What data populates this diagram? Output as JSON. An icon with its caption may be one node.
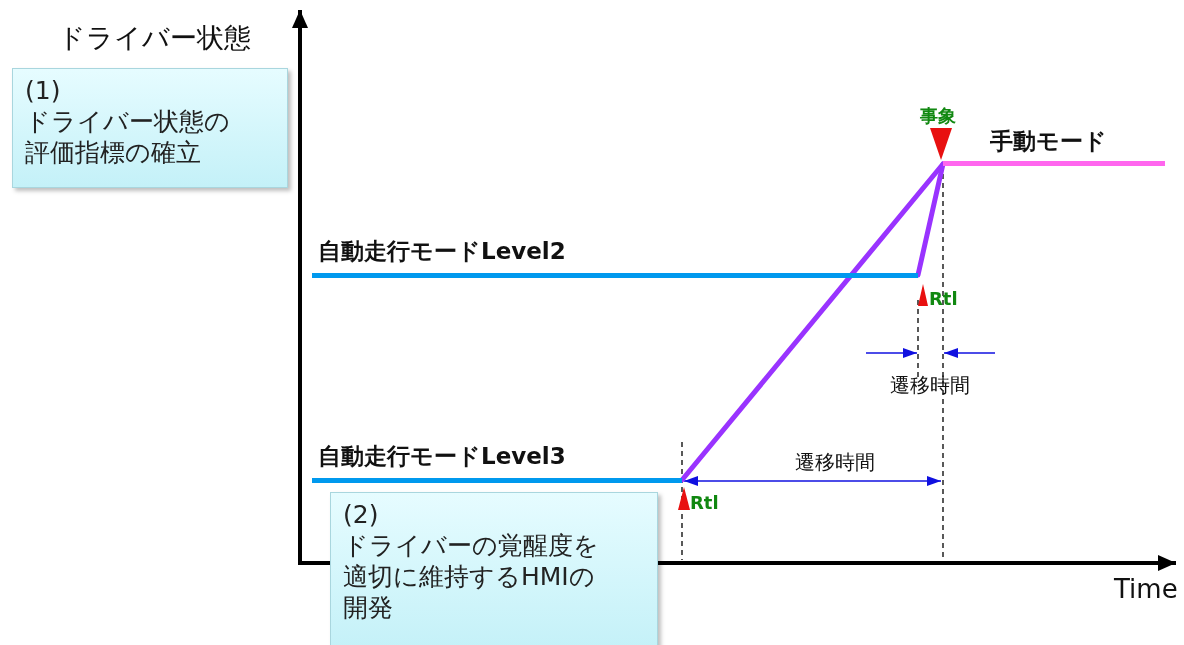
{
  "diagram": {
    "nodes": [
      {
        "text": [
          "(1)",
          "ドライバー状態の評価指標の確立"
        ]
      },
      {
        "text": [
          "手動モード"
        ]
      },
      {
        "text": [
          "自動走行モードLevel2"
        ]
      },
      {
        "text": [
          "自動走行モードLevel3"
        ]
      },
      {
        "text": [
          "(2)",
          "ドライバーの覚醒度を適切に維持するHMIの開発"
        ]
      }
    ],
    "edges": [
      {
        "from": 3,
        "to": 1,
        "arrow": "none"
      },
      {
        "from": 2,
        "to": 1,
        "arrow": "none"
      }
    ],
    "labels": [
      "ドライバー状態",
      "事象",
      "Rtl",
      "遷移時間",
      "遷移時間",
      "Rtl",
      "Time"
    ]
  }
}
